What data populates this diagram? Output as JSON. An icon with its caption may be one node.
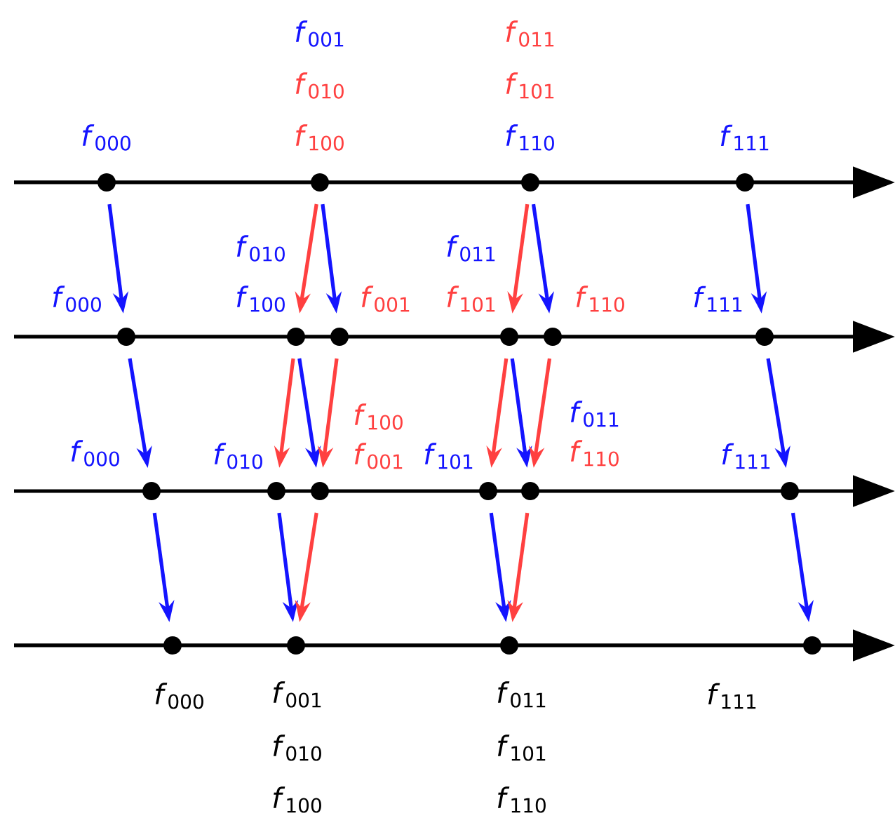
{
  "diagram": {
    "nodes": [
      {
        "text": [],
        "shape": "circle",
        "beside": [
          "*f*$_{000}$"
        ]
      },
      {
        "text": [],
        "shape": "circle",
        "beside": [
          "*f*$_{001}$",
          "*f*$_{010}$",
          "*f*$_{100}$"
        ]
      },
      {
        "text": [],
        "shape": "circle",
        "beside": [
          "*f*$_{011}$",
          "*f*$_{101}$",
          "*f*$_{110}$"
        ]
      },
      {
        "text": [],
        "shape": "circle",
        "beside": [
          "*f*$_{111}$"
        ]
      },
      {
        "text": [],
        "shape": "circle",
        "beside": [
          "*f*$_{000}$"
        ]
      },
      {
        "text": [],
        "shape": "circle",
        "beside": [
          "*f*$_{010}$",
          "*f*$_{100}$"
        ]
      },
      {
        "text": [],
        "shape": "circle",
        "beside": [
          "*f*$_{001}$"
        ]
      },
      {
        "text": [],
        "shape": "circle",
        "beside": [
          "*f*$_{011}$",
          "*f*$_{101}$"
        ]
      },
      {
        "text": [],
        "shape": "circle",
        "beside": [
          "*f*$_{110}$"
        ]
      },
      {
        "text": [],
        "shape": "circle",
        "beside": [
          "*f*$_{111}$"
        ]
      },
      {
        "text": [],
        "shape": "circle",
        "beside": [
          "*f*$_{000}$"
        ]
      },
      {
        "text": [],
        "shape": "circle",
        "beside": [
          "*f*$_{010}$"
        ]
      },
      {
        "text": [],
        "shape": "circle",
        "beside": [
          "*f*$_{100}$",
          "*f*$_{001}$"
        ]
      },
      {
        "text": [],
        "shape": "circle",
        "beside": [
          "*f*$_{101}$"
        ]
      },
      {
        "text": [],
        "shape": "circle",
        "beside": [
          "*f*$_{011}$",
          "*f*$_{110}$"
        ]
      },
      {
        "text": [],
        "shape": "circle",
        "beside": [
          "*f*$_{111}$"
        ]
      },
      {
        "text": [],
        "shape": "circle",
        "beside": [
          "*f*$_{000}$"
        ]
      },
      {
        "text": [],
        "shape": "circle",
        "beside": [
          "*f*$_{001}$",
          "*f*$_{010}$",
          "*f*$_{100}$"
        ]
      },
      {
        "text": [],
        "shape": "circle",
        "beside": [
          "*f*$_{011}$",
          "*f*$_{101}$",
          "*f*$_{110}$"
        ]
      },
      {
        "text": [],
        "shape": "circle",
        "beside": [
          "*f*$_{111}$"
        ]
      }
    ],
    "edges": [
      {
        "from": 0,
        "to": 4,
        "arrow": "to"
      },
      {
        "from": 1,
        "to": 5,
        "arrow": "to",
        "color": "#ff4040"
      },
      {
        "from": 1,
        "to": 6,
        "arrow": "to"
      },
      {
        "from": 2,
        "to": 7,
        "arrow": "to",
        "color": "#ff4040"
      },
      {
        "from": 2,
        "to": 8,
        "arrow": "to"
      },
      {
        "from": 3,
        "to": 9,
        "arrow": "to"
      },
      {
        "from": 4,
        "to": 10,
        "arrow": "to"
      },
      {
        "from": 5,
        "to": 11,
        "arrow": "to",
        "color": "#ff4040"
      },
      {
        "from": 5,
        "to": 12,
        "arrow": "to"
      },
      {
        "from": 6,
        "to": 12,
        "arrow": "to",
        "color": "#ff4040"
      },
      {
        "from": 7,
        "to": 13,
        "arrow": "to",
        "color": "#ff4040"
      },
      {
        "from": 7,
        "to": 14,
        "arrow": "to"
      },
      {
        "from": 8,
        "to": 14,
        "arrow": "to",
        "color": "#ff4040"
      },
      {
        "from": 9,
        "to": 15,
        "arrow": "to"
      },
      {
        "from": 10,
        "to": 16,
        "arrow": "to"
      },
      {
        "from": 11,
        "to": 17,
        "arrow": "to"
      },
      {
        "from": 12,
        "to": 17,
        "arrow": "to",
        "color": "#ff4040"
      },
      {
        "from": 13,
        "to": 18,
        "arrow": "to"
      },
      {
        "from": 14,
        "to": 18,
        "arrow": "to",
        "color": "#ff4040"
      },
      {
        "from": 15,
        "to": 19,
        "arrow": "to"
      }
    ]
  }
}
